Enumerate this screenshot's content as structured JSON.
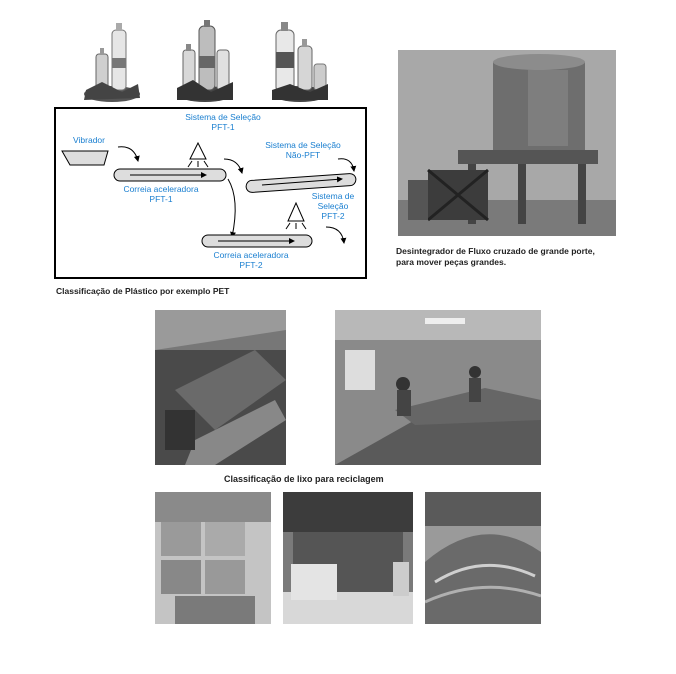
{
  "diagram": {
    "vibrator": "Vibrador",
    "selection_pft1": [
      "Sistema de Seleção",
      "PFT-1"
    ],
    "selection_nao_pft": [
      "Sistema de Seleção",
      "Não-PFT"
    ],
    "selection_pft2": [
      "Sistema de",
      "Seleção",
      "PFT-2"
    ],
    "conveyor1": [
      "Correia aceleradora",
      "PFT-1"
    ],
    "conveyor2": [
      "Correia aceleradora",
      "PFT-2"
    ]
  },
  "captions": {
    "plastic": "Classificação de Plástico por exemplo PET",
    "disintegrator": [
      "Desintegrador de Fluxo cruzado de grande porte,",
      "para mover peças grandes."
    ],
    "garbage": "Classificação de lixo para reciclagem"
  }
}
